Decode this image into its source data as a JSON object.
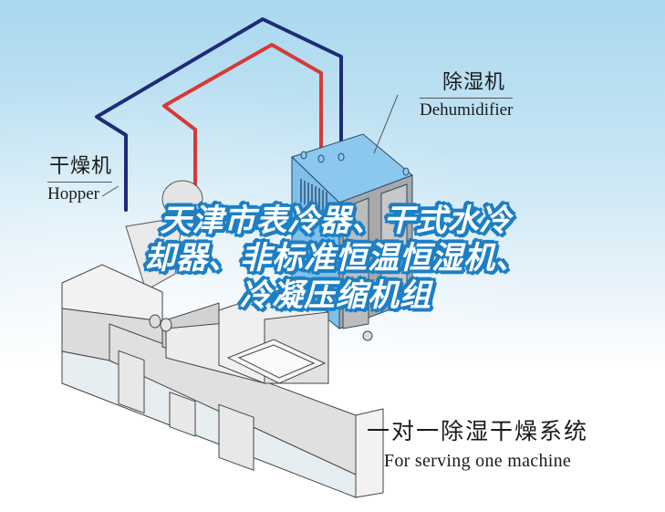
{
  "diagram": {
    "title_overlay": {
      "lines": [
        "天津市表冷器、干式水冷",
        "却器、非标准恒温恒湿机、",
        "冷凝压缩机组"
      ],
      "text_color": "#ffffff",
      "outline_color": "#1d7fc4"
    },
    "labels": {
      "dehumidifier": {
        "cn": "除湿机",
        "en": "Dehumidifier"
      },
      "hopper": {
        "cn": "干燥机",
        "en": "Hopper"
      },
      "system": {
        "cn": "一对一除湿干燥系统",
        "en": "For serving one machine"
      }
    },
    "components": [
      {
        "name": "dehumidifier-unit",
        "color": "#7fc1ec"
      },
      {
        "name": "hopper-dryer",
        "color": "#e8e8e8"
      },
      {
        "name": "injection-molding-machine",
        "color": "#eeeeee"
      }
    ],
    "pipes": [
      {
        "name": "supply-pipe",
        "color": "#1e2a7a"
      },
      {
        "name": "return-pipe",
        "color": "#d63a36"
      }
    ],
    "background": {
      "top": "#a9d8ef",
      "bottom": "#ffffff"
    }
  }
}
